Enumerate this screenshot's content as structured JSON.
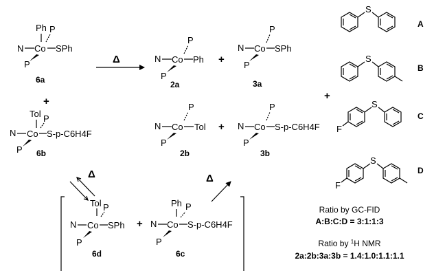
{
  "atoms": {
    "co": "Co",
    "n": "N",
    "p": "P",
    "ph": "Ph",
    "tol": "Tol",
    "sph": "SPh",
    "s": "S",
    "f": "F",
    "s_pc6h4f": "S-p-C6H4F"
  },
  "compounds": {
    "c6a": "6a",
    "c6b": "6b",
    "c6c": "6c",
    "c6d": "6d",
    "c2a": "2a",
    "c2b": "2b",
    "c3a": "3a",
    "c3b": "3b"
  },
  "sulfides": [
    "A",
    "B",
    "C",
    "D"
  ],
  "operators": {
    "plus": "+",
    "heat": "Δ"
  },
  "ratios": {
    "gc_title": "Ratio by GC-FID",
    "gc_value": "A:B:C:D = 3:1:1:3",
    "nmr_title_pre": "Ratio by ",
    "nmr_sup": "1",
    "nmr_title_post": "H NMR",
    "nmr_value": "2a:2b:3a:3b = 1.4:1.0:1.1:1.1"
  },
  "colors": {
    "ink": "#000000",
    "background": "#ffffff"
  }
}
